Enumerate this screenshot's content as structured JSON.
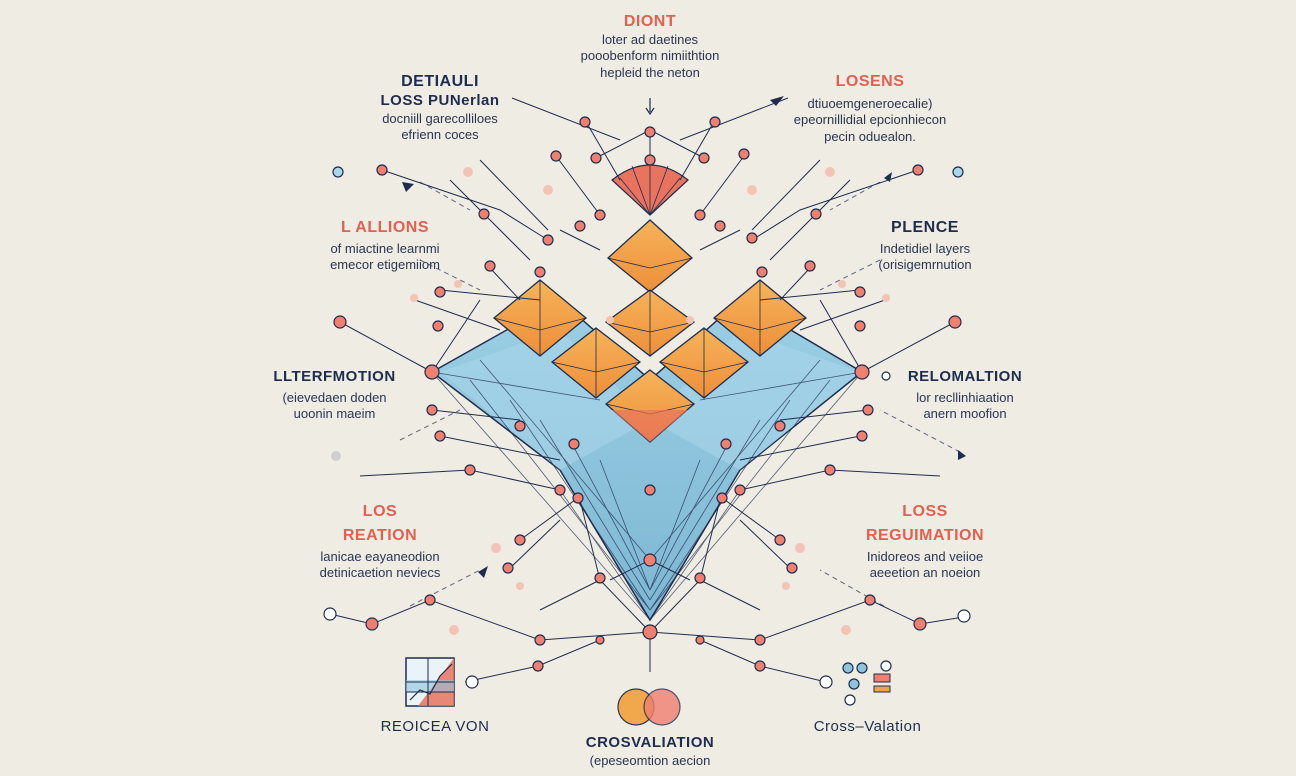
{
  "colors": {
    "background": "#efece4",
    "accent_red": "#e0614f",
    "navy": "#1f2d4d",
    "orange": "#f2a444",
    "blue": "#8fc4dd",
    "node": "#ef7f6f"
  },
  "labels": {
    "top": {
      "title": "DIONT",
      "lines": [
        "loter ad daetines",
        "pooobenform nimiithtion",
        "hepleid the neton"
      ]
    },
    "top_left": {
      "title": "DETIAULI",
      "title2": "LOSS PUNerlan",
      "lines": [
        "docniill garecolliloes",
        "efrienn coces"
      ]
    },
    "top_right": {
      "title": "LOSENS",
      "lines": [
        "dtiuoemgeneroecalie)",
        "epeornillidial epcionhiecon",
        "pecin oduealon."
      ]
    },
    "mid_left": {
      "title": "L ALLIONS",
      "lines": [
        "of miactine learnmi",
        "emecor etigemiiom"
      ]
    },
    "mid_right": {
      "title": "PLENCE",
      "lines": [
        "Indetidiel layers",
        "(orisigemrnution"
      ]
    },
    "left": {
      "title": "LLTERFMOTION",
      "lines": [
        "(eievedaen doden",
        "uoonin maeim"
      ]
    },
    "right": {
      "title": "RELOMALTION",
      "lines": [
        "lor recllinhiaation",
        "anern moofion"
      ]
    },
    "low_left": {
      "title": "LOS",
      "title2": "REATION",
      "lines": [
        "lanicae eayaneodion",
        "detinicaetion neviecs"
      ]
    },
    "low_right": {
      "title": "LOSS",
      "title2": "REGUIMATION",
      "lines": [
        "Inidoreos and veiioe",
        "aeeetion an noeion"
      ]
    },
    "bottom_left": {
      "title": "REOICEA VON"
    },
    "bottom_center": {
      "title": "CROSVALIATION",
      "lines": [
        "(epeseomtion aecion"
      ]
    },
    "bottom_right": {
      "title": "Cross–Valation"
    }
  }
}
